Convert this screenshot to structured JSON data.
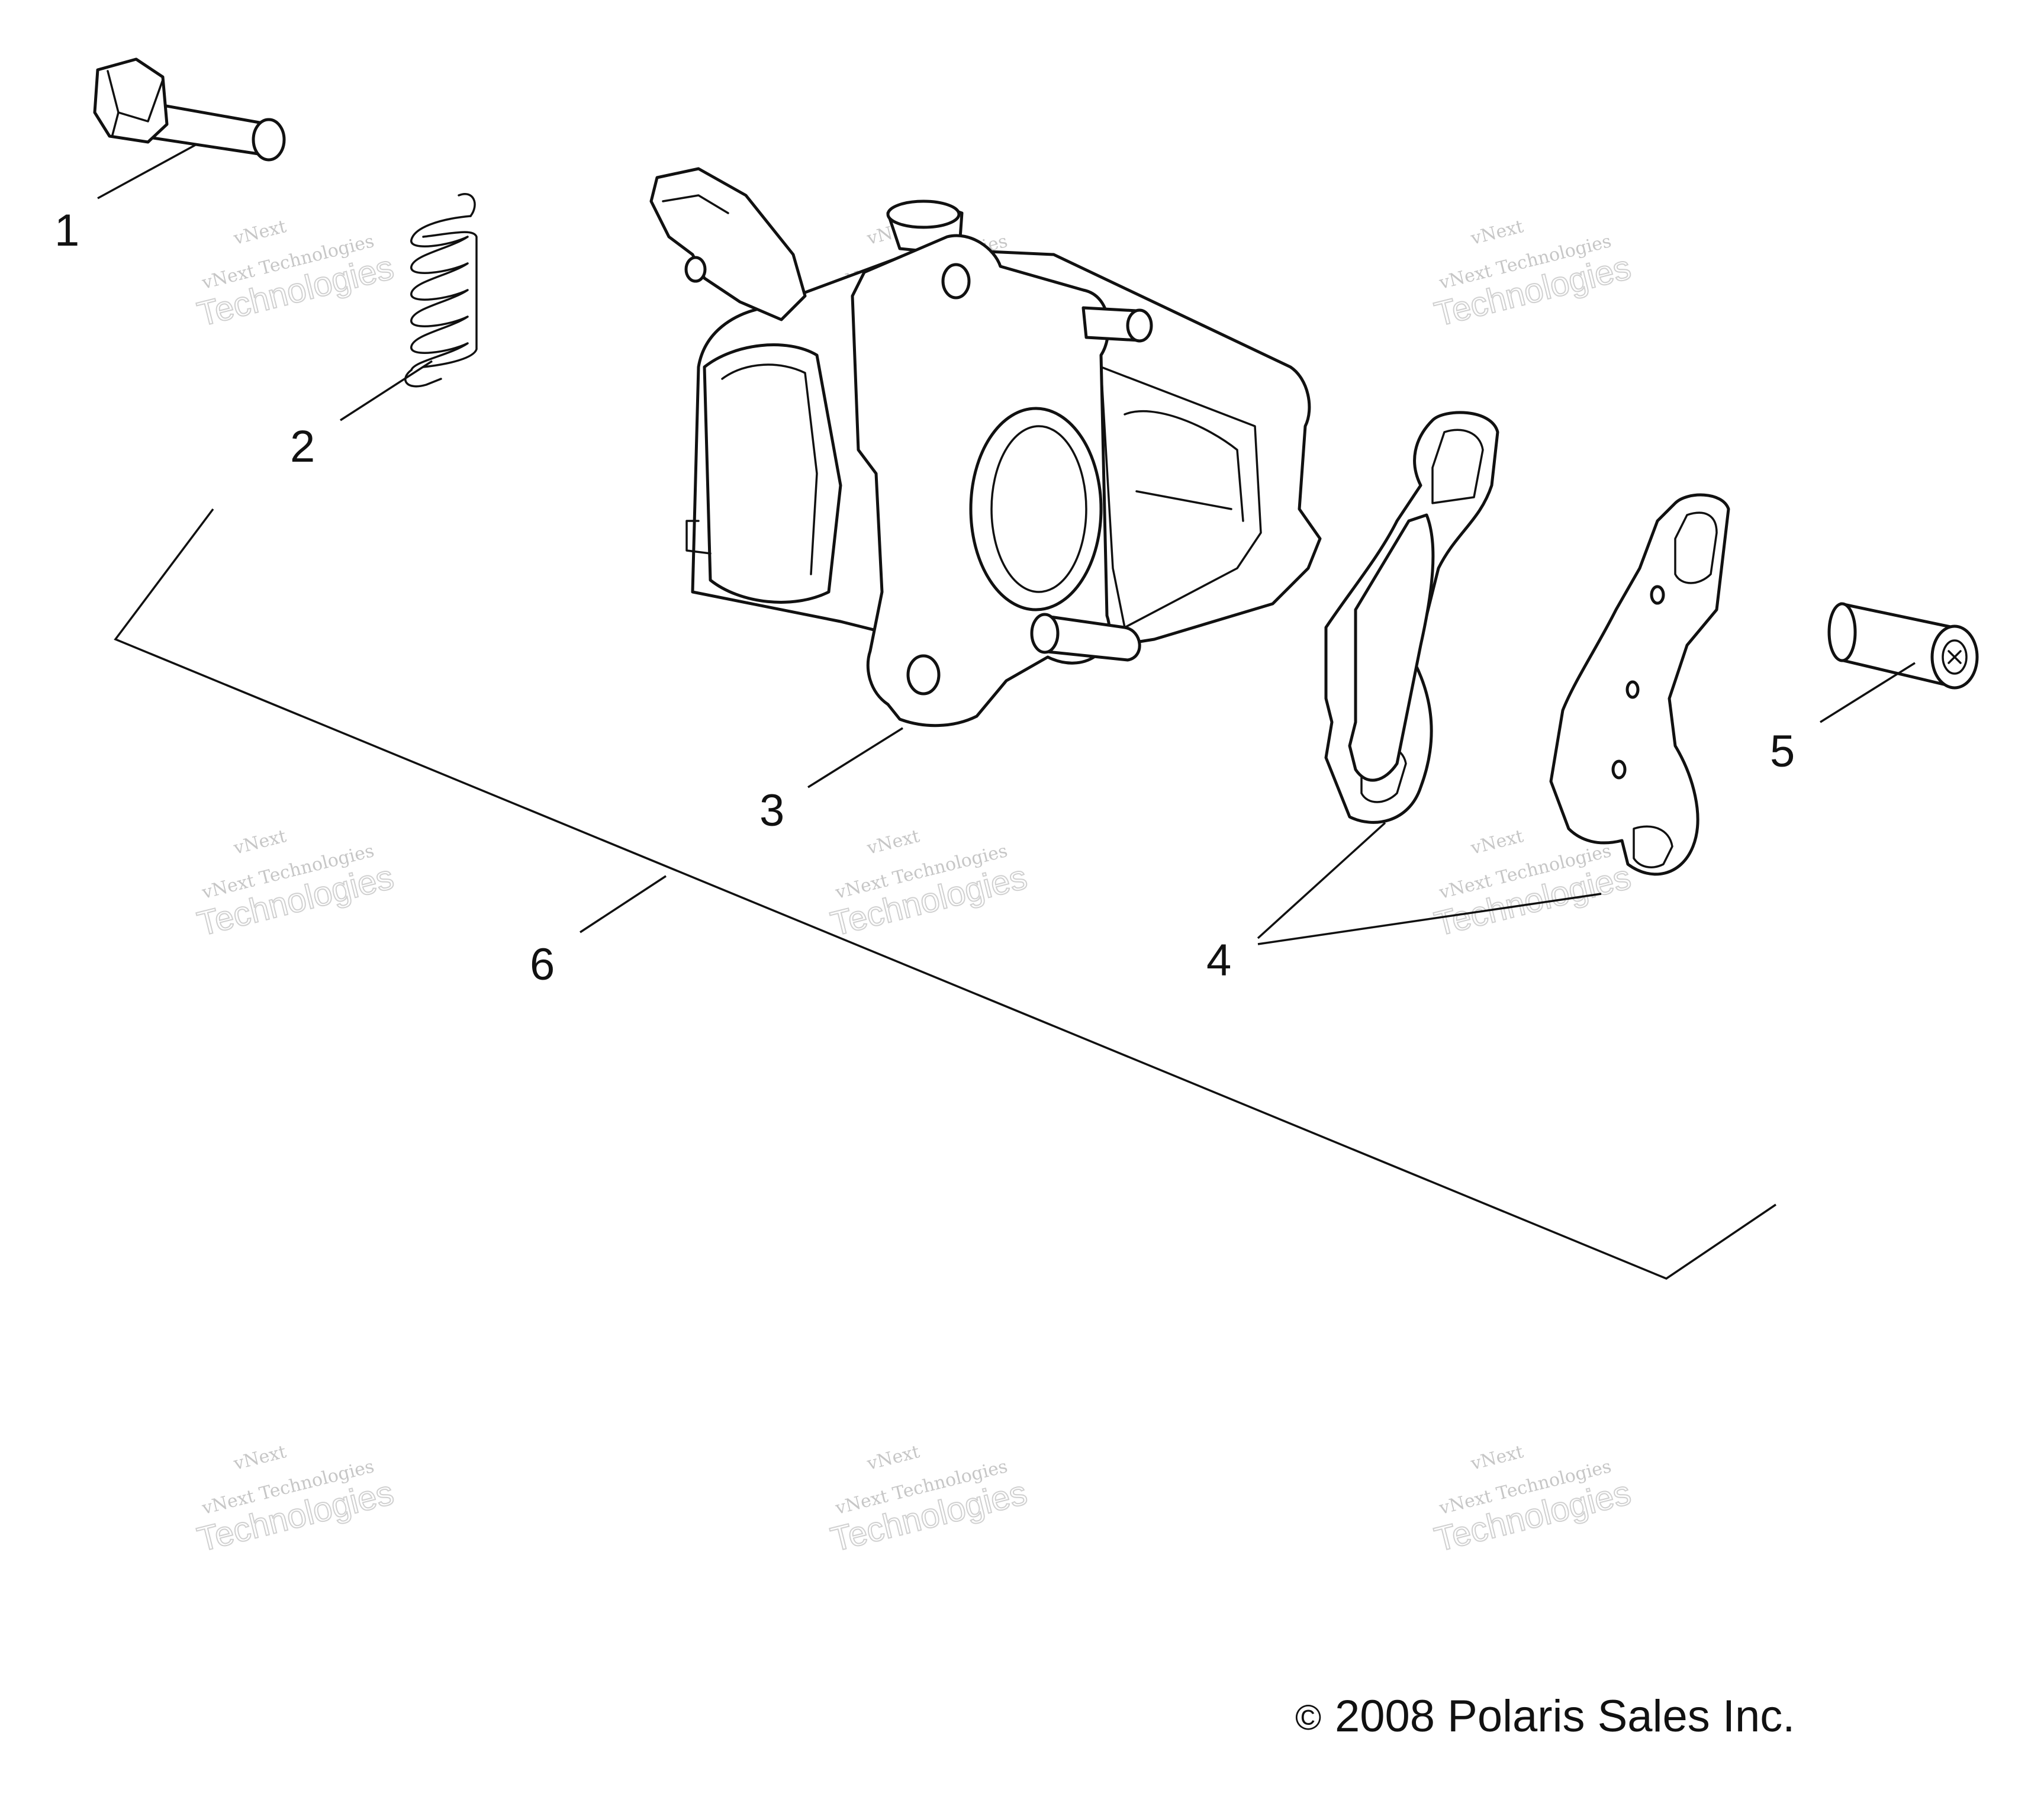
{
  "callouts": [
    {
      "id": "1",
      "label": "1"
    },
    {
      "id": "2",
      "label": "2"
    },
    {
      "id": "3",
      "label": "3"
    },
    {
      "id": "4",
      "label": "4"
    },
    {
      "id": "5",
      "label": "5"
    },
    {
      "id": "6",
      "label": "6"
    }
  ],
  "watermark": {
    "line1": "vNext",
    "line2": "vNext Technologies",
    "line3": "Technologies"
  },
  "copyright": {
    "symbol": "©",
    "text": "2008 Polaris Sales Inc."
  }
}
